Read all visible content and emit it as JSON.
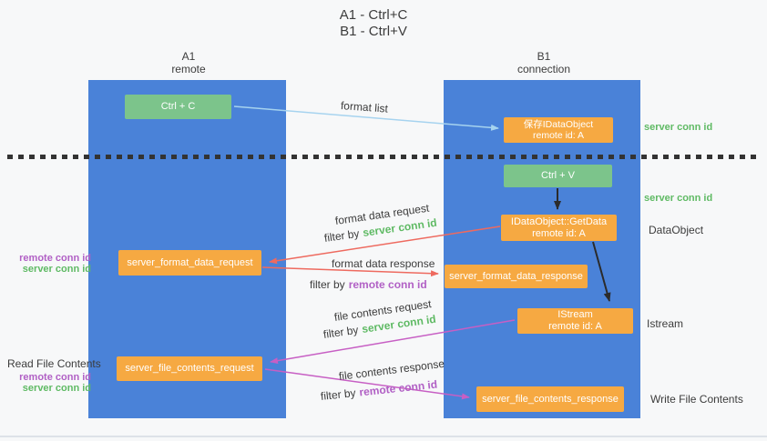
{
  "title": {
    "line1": "A1 - Ctrl+C",
    "line2": "B1 - Ctrl+V"
  },
  "lanes": {
    "left": {
      "name": "A1",
      "subtitle": "remote"
    },
    "right": {
      "name": "B1",
      "subtitle": "connection"
    }
  },
  "boxes": {
    "ctrl_c": {
      "label": "Ctrl + C"
    },
    "save_dataobject": {
      "line1": "保存IDataObject",
      "line2": "remote id: A"
    },
    "ctrl_v": {
      "label": "Ctrl + V"
    },
    "getdata": {
      "line1": "IDataObject::GetData",
      "line2": "remote id: A"
    },
    "format_request": {
      "label": "server_format_data_request"
    },
    "format_response": {
      "label": "server_format_data_response"
    },
    "istream": {
      "line1": "IStream",
      "line2": "remote id: A"
    },
    "file_request": {
      "label": "server_file_contents_request"
    },
    "file_response": {
      "label": "server_file_contents_response"
    }
  },
  "side_notes": {
    "server_conn_top": "server conn id",
    "server_conn_mid": "server conn id",
    "dataobject": "DataObject",
    "istream": "Istream",
    "write_file_contents": "Write File Contents",
    "read_file_contents": "Read File Contents",
    "pair1": {
      "remote": "remote conn id",
      "server": "server conn id"
    },
    "pair2": {
      "remote": "remote conn id",
      "server": "server conn id"
    }
  },
  "arrow_labels": {
    "format_list": "format list",
    "format_request": {
      "line1": "format data request",
      "filter": "filter by",
      "conn": "server conn id"
    },
    "format_response": {
      "line1": "format data response",
      "filter": "filter by",
      "conn": "remote conn id"
    },
    "file_request": {
      "line1": "file contents request",
      "filter": "filter by",
      "conn": "server conn id"
    },
    "file_response": {
      "line1": "file contents response",
      "filter": "filter by",
      "conn": "remote conn id"
    }
  },
  "colors": {
    "lane_blue": "#4a82d8",
    "green_box": "#7cc48b",
    "orange_box": "#f6a942",
    "green_text": "#5fba64",
    "purple_text": "#b160c5",
    "red_arrow": "#ee6a5f",
    "magenta_arrow": "#c75fc4",
    "light_blue_arrow": "#a6d3ef",
    "black_arrow": "#2b2b2b"
  }
}
